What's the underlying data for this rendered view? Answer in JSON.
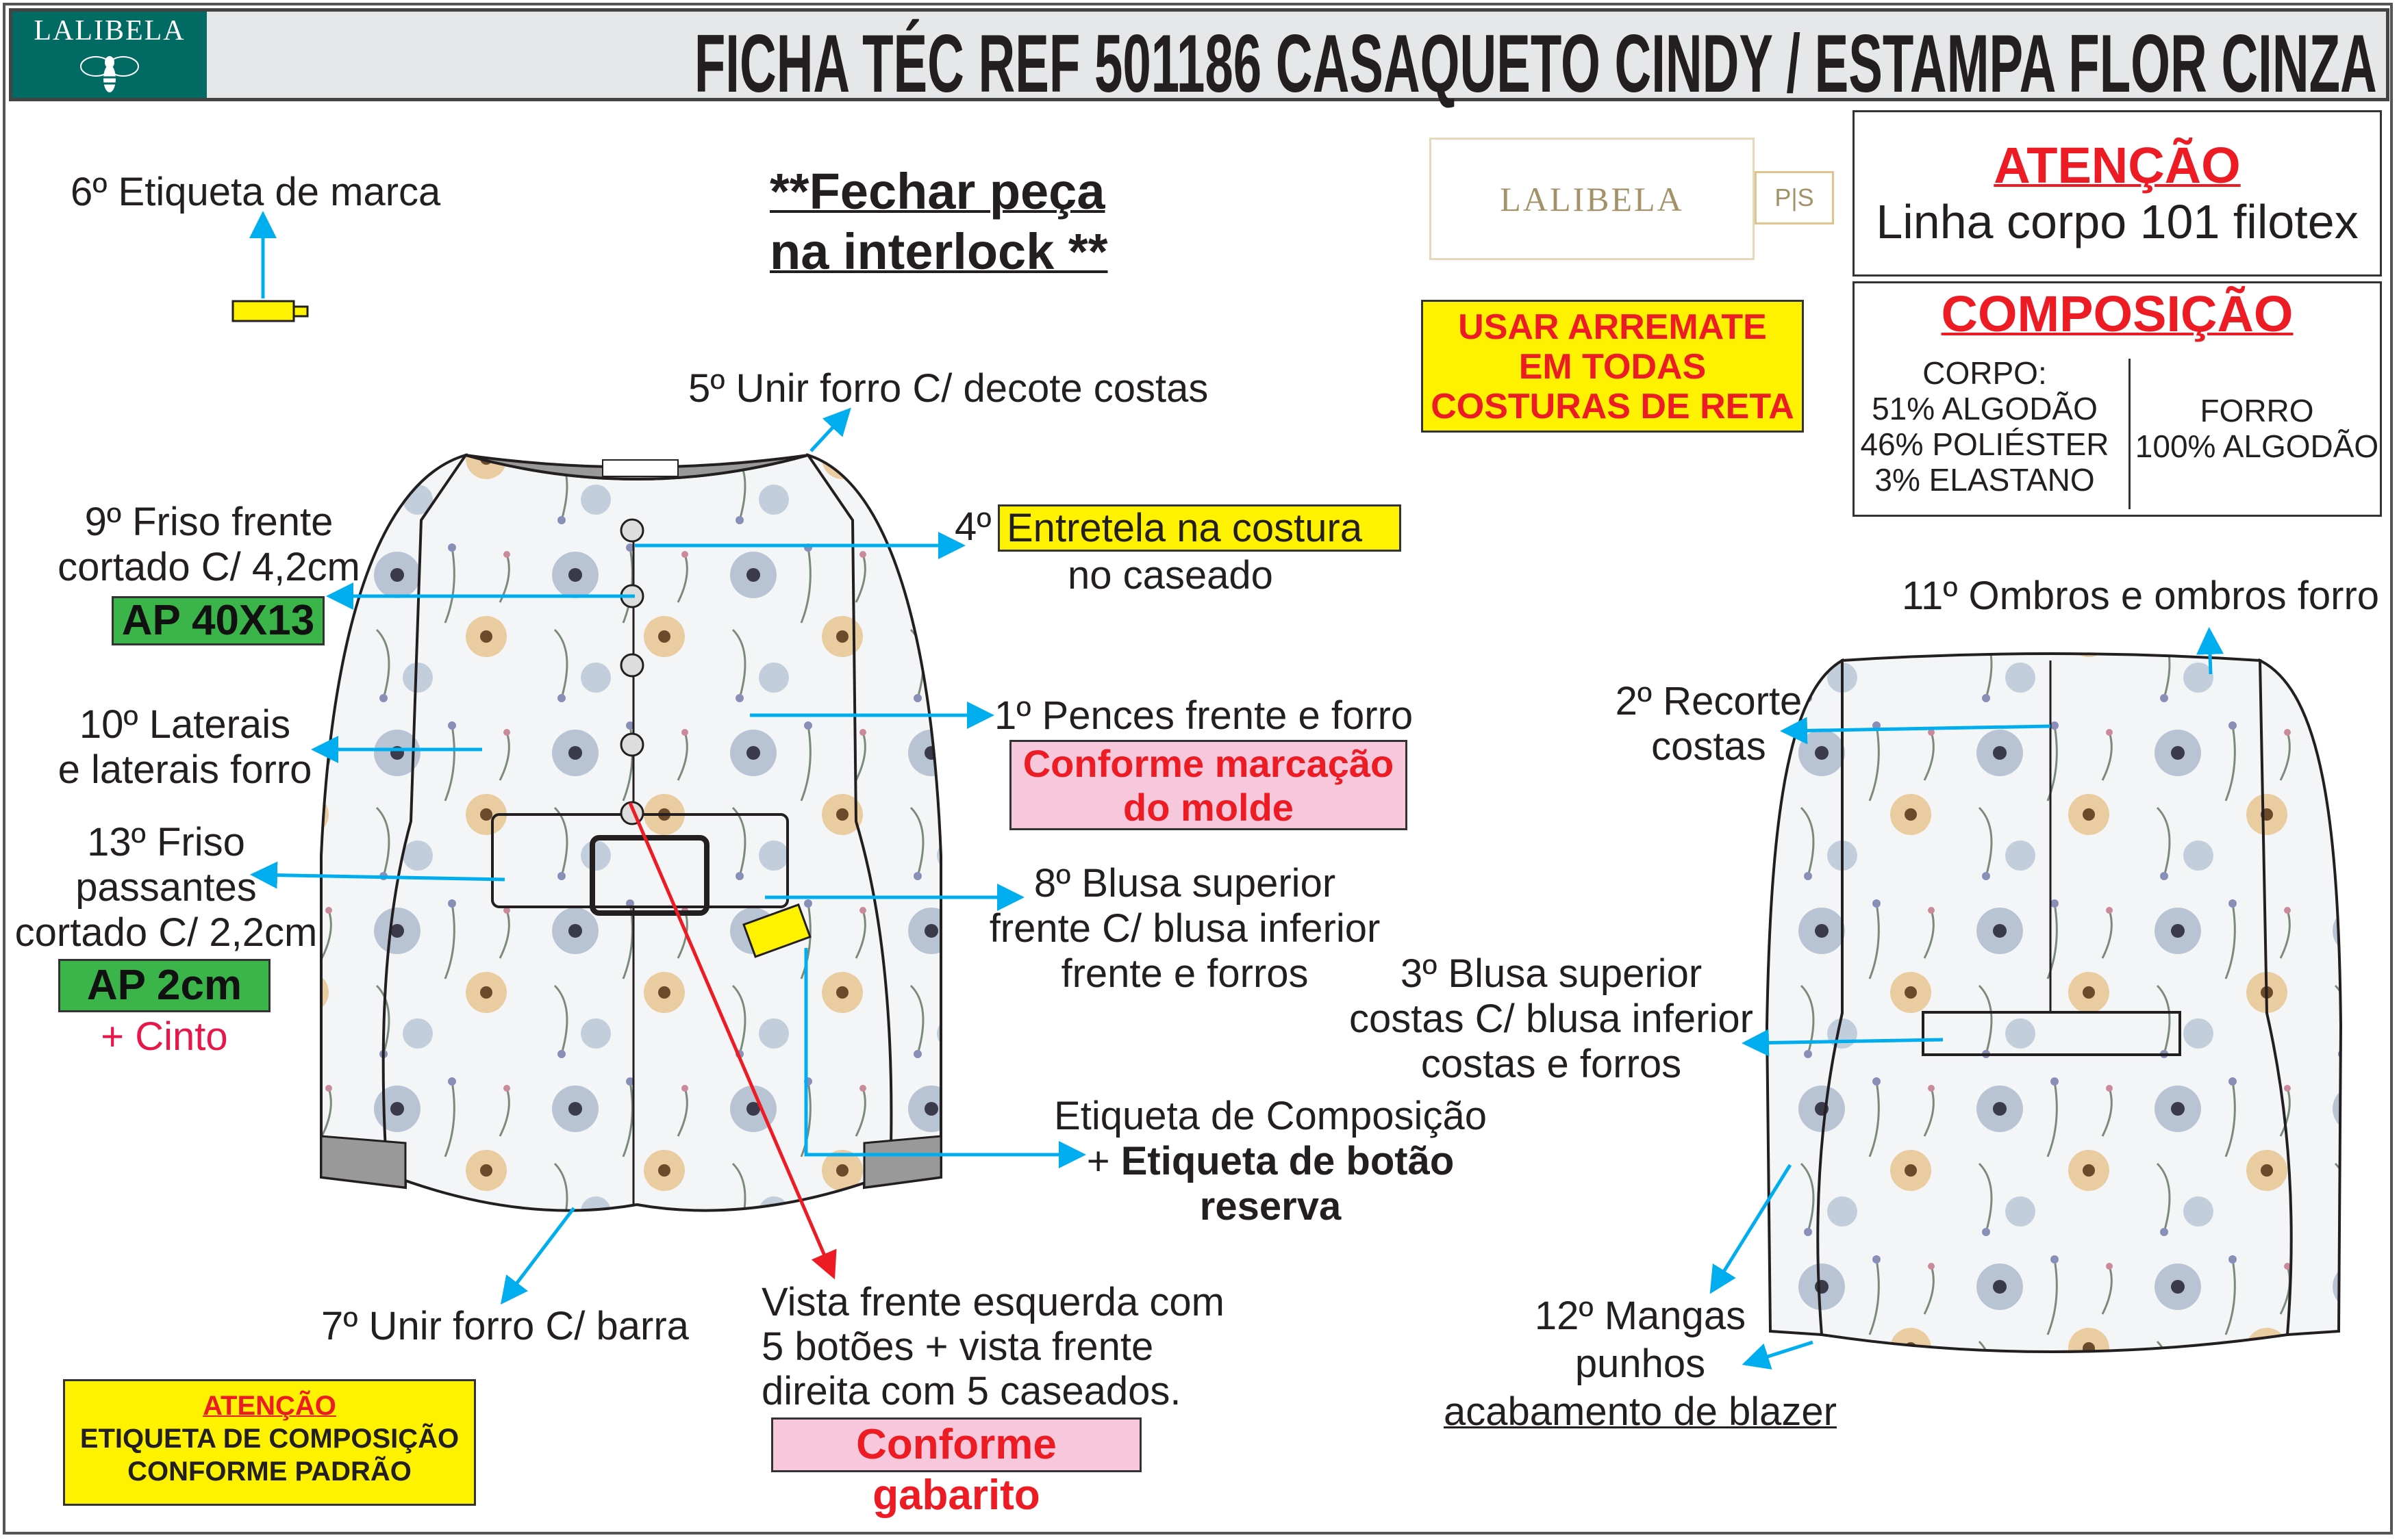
{
  "header": {
    "brand": "LALIBELA",
    "title": "FICHA TÉC REF 501186 CASAQUETO CINDY / ESTAMPA FLOR CINZA"
  },
  "label_tag": {
    "brand": "LALIBELA",
    "size": "P|S"
  },
  "notes": {
    "close_piece": [
      "**Fechar peça",
      "na interlock **"
    ],
    "arremate": [
      "USAR ARREMATE",
      "EM TODAS",
      "COSTURAS DE RETA"
    ],
    "attention_title": "ATENÇÃO",
    "attention_text": "Linha corpo 101 filotex",
    "composition_title": "COMPOSIÇÃO",
    "body_composition": [
      "CORPO:",
      "51% ALGODÃO",
      "46% POLIÉSTER",
      "3% ELASTANO"
    ],
    "lining_composition": [
      "FORRO",
      "100% ALGODÃO"
    ],
    "bottom_attention_title": "ATENÇÃO",
    "bottom_attention_text": [
      "ETIQUETA DE COMPOSIÇÃO",
      "CONFORME PADRÃO"
    ]
  },
  "steps": {
    "s6": "6º Etiqueta de marca",
    "s5": "5º Unir forro C/ decote costas",
    "s9": [
      "9º Friso frente",
      "cortado C/ 4,2cm"
    ],
    "s9_badge": "AP 40X13",
    "s4_num": "4º",
    "s4_box": "Entretela na costura",
    "s4_text": "no caseado",
    "s10": [
      "10º Laterais",
      "e laterais forro"
    ],
    "s1": "1º Pences frente e forro",
    "s1_box": [
      "Conforme marcação",
      "do molde"
    ],
    "s13": [
      "13º Friso",
      "passantes",
      "cortado C/ 2,2cm"
    ],
    "s13_badge": "AP 2cm",
    "s13_extra": "+ Cinto",
    "s8": [
      "8º Blusa superior",
      "frente C/ blusa inferior",
      "frente e forros"
    ],
    "s3": [
      "3º Blusa superior",
      "costas C/ blusa inferior",
      "costas e forros"
    ],
    "s2": [
      "2º Recorte",
      "costas"
    ],
    "s11": "11º Ombros e ombros forro",
    "etiqueta": [
      "Etiqueta de Composição",
      "+ ",
      "Etiqueta de botão",
      "reserva"
    ],
    "s7": "7º Unir forro C/ barra",
    "vista": [
      "Vista frente esquerda com",
      "5 botões + vista frente",
      "direita com 5 caseados."
    ],
    "vista_box": "Conforme gabarito",
    "s12": [
      "12º Mangas",
      "punhos",
      "acabamento de blazer"
    ]
  },
  "colors": {
    "arrow": "#00aeef",
    "red_arrow": "#ed1c24",
    "brand": "#006a63",
    "highlight": "#fff200",
    "badge": "#3bb44a",
    "pink": "#f7c8dc"
  }
}
